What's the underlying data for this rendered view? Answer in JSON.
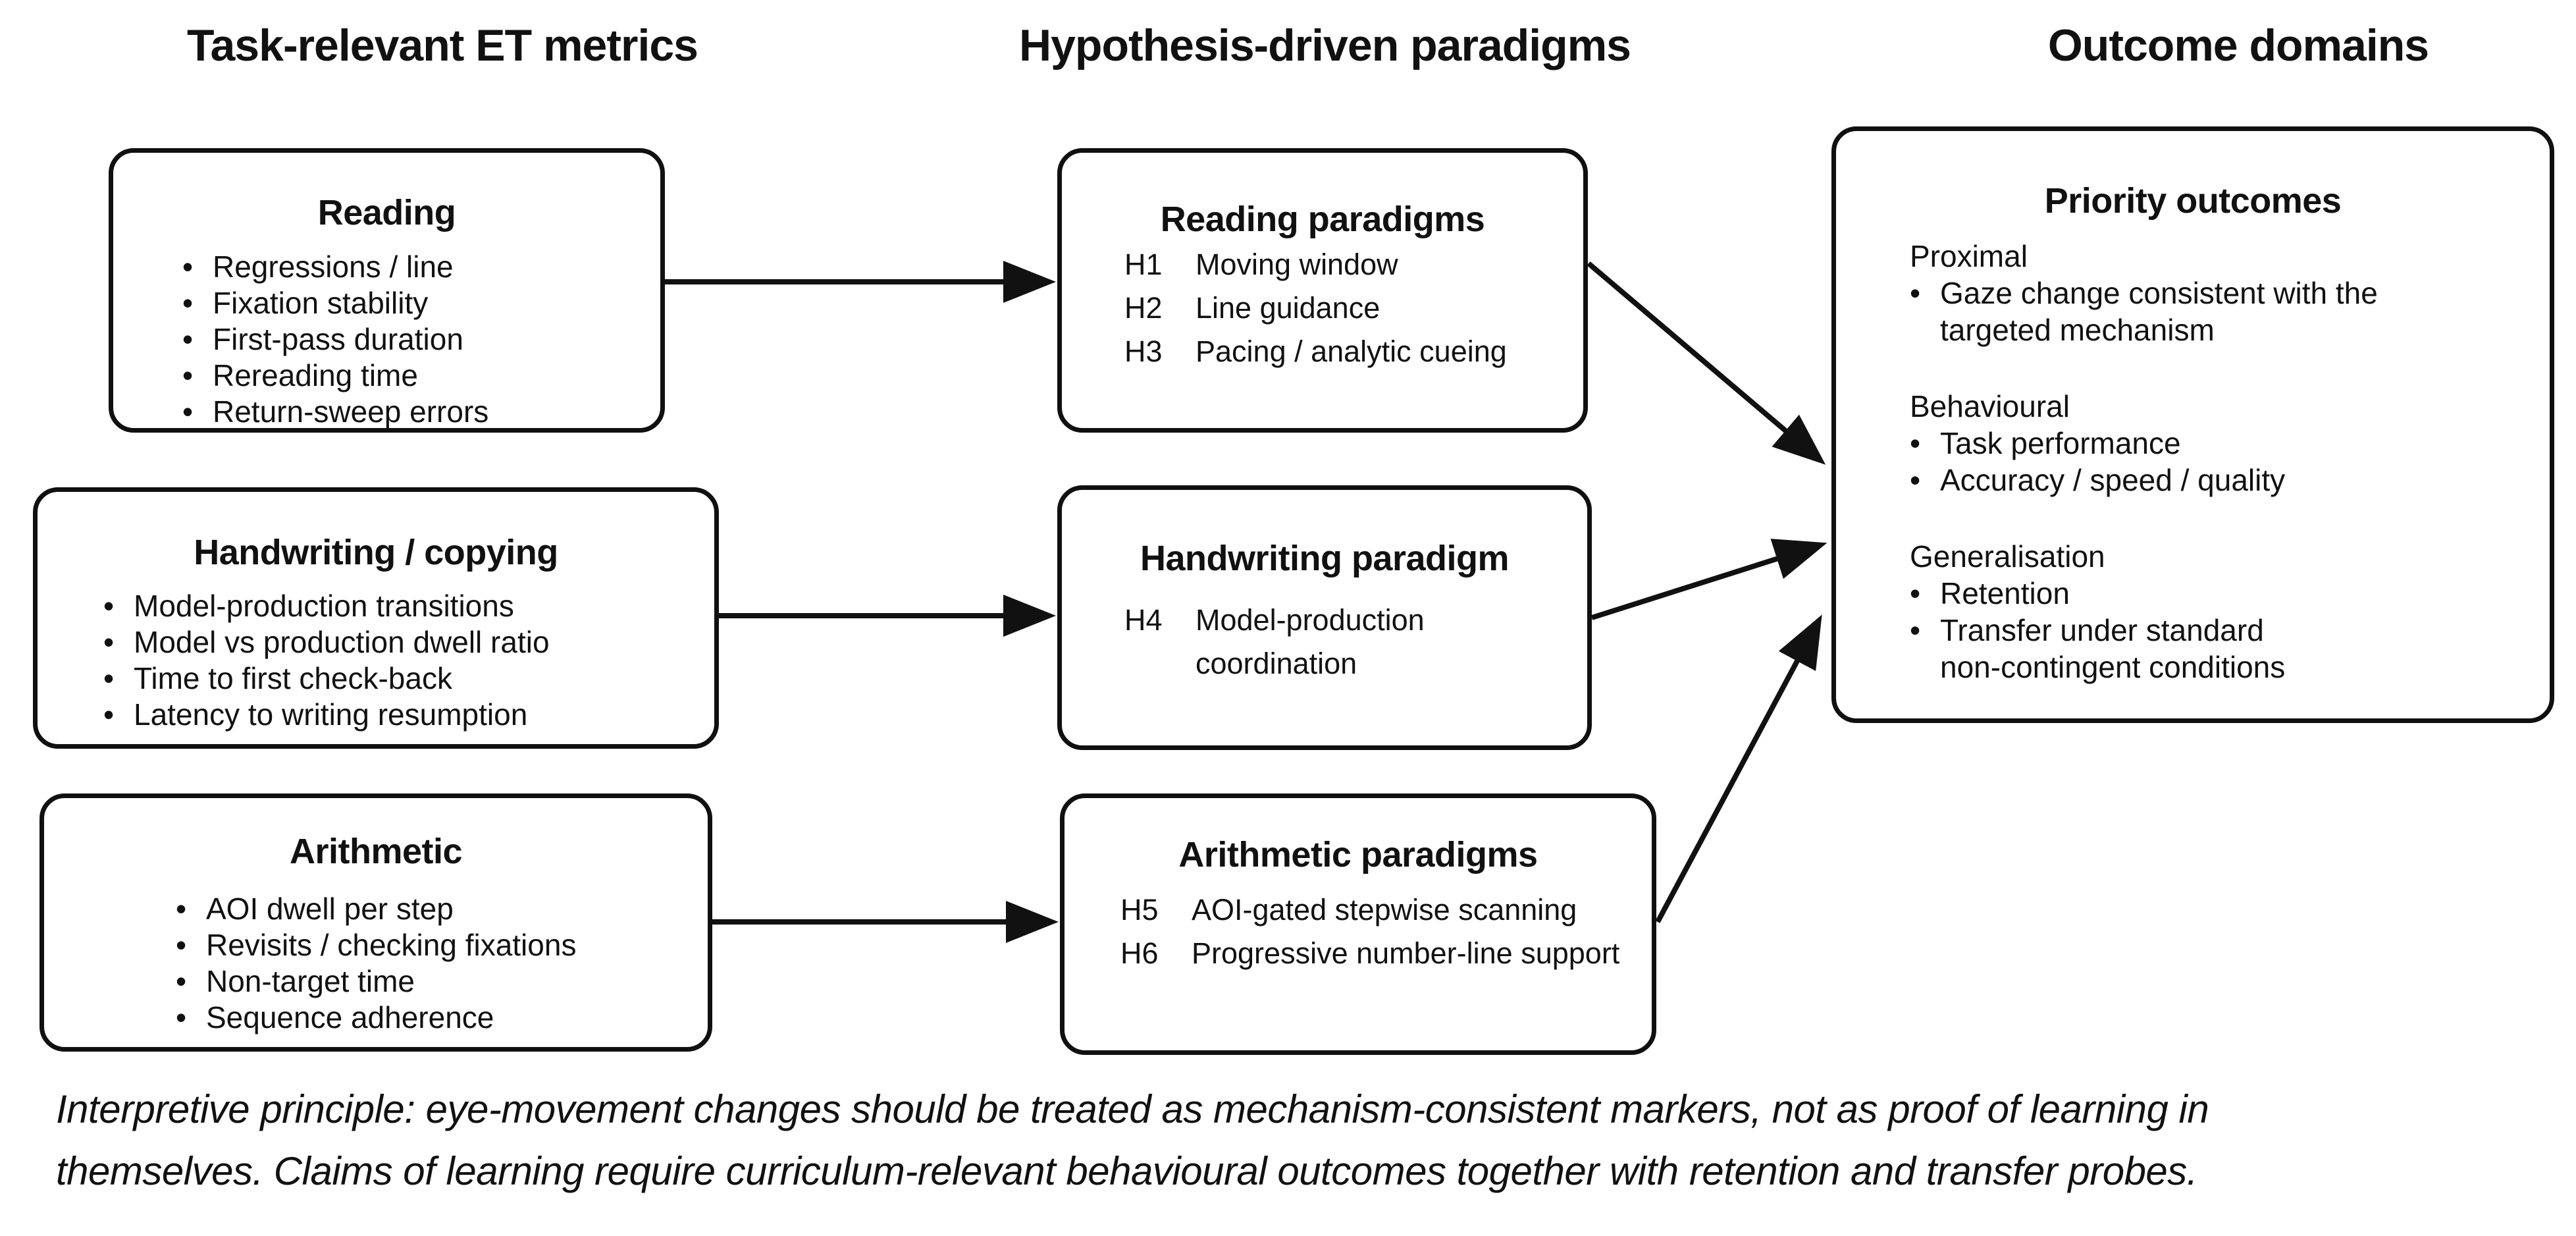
{
  "headers": {
    "metrics": "Task-relevant ET metrics",
    "paradigms": "Hypothesis-driven paradigms",
    "outcomes": "Outcome domains"
  },
  "left_boxes": [
    {
      "title": "Reading",
      "bullets": [
        "Regressions / line",
        "Fixation stability",
        "First-pass duration",
        "Rereading time",
        "Return-sweep errors"
      ]
    },
    {
      "title": "Handwriting / copying",
      "bullets": [
        "Model-production transitions",
        "Model vs production dwell ratio",
        "Time to first check-back",
        "Latency to writing resumption"
      ]
    },
    {
      "title": "Arithmetic",
      "bullets": [
        "AOI dwell per step",
        "Revisits / checking fixations",
        "Non-target time",
        "Sequence adherence"
      ]
    }
  ],
  "middle_boxes": [
    {
      "title": "Reading paradigms",
      "items": [
        {
          "label": "H1",
          "lines": [
            "Moving window"
          ]
        },
        {
          "label": "H2",
          "lines": [
            "Line guidance"
          ]
        },
        {
          "label": "H3",
          "lines": [
            "Pacing / analytic cueing"
          ]
        }
      ]
    },
    {
      "title": "Handwriting paradigm",
      "items": [
        {
          "label": "H4",
          "lines": [
            "Model-production",
            "coordination"
          ]
        }
      ]
    },
    {
      "title": "Arithmetic paradigms",
      "items": [
        {
          "label": "H5",
          "lines": [
            "AOI-gated stepwise scanning"
          ]
        },
        {
          "label": "H6",
          "lines": [
            "Progressive number-line support"
          ]
        }
      ]
    }
  ],
  "outcome_box": {
    "title": "Priority outcomes",
    "sections": [
      {
        "label": "Proximal",
        "bullets": [
          {
            "lines": [
              "Gaze change consistent with the",
              "targeted mechanism"
            ]
          }
        ]
      },
      {
        "label": "Behavioural",
        "bullets": [
          {
            "lines": [
              "Task performance"
            ]
          },
          {
            "lines": [
              "Accuracy / speed / quality"
            ]
          }
        ]
      },
      {
        "label": "Generalisation",
        "bullets": [
          {
            "lines": [
              "Retention"
            ]
          },
          {
            "lines": [
              "Transfer under standard",
              "non-contingent conditions"
            ]
          }
        ]
      }
    ]
  },
  "caption": {
    "line1": "Interpretive principle: eye-movement changes should be treated as mechanism-consistent markers, not as proof of learning in",
    "line2": "themselves. Claims of learning require curriculum-relevant behavioural outcomes together with retention and transfer probes."
  },
  "glyphs": {
    "bullet": "•"
  },
  "colors": {
    "ink": "#111111",
    "background": "#ffffff"
  }
}
